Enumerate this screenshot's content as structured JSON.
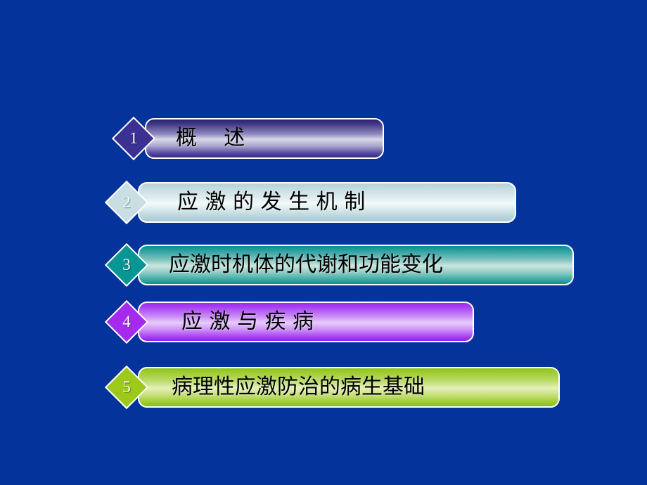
{
  "slide": {
    "background_color": "#04339B",
    "kind": "agenda-slide",
    "text_color": "#000000",
    "outline_color": "#FFFFFF"
  },
  "agenda": {
    "items": [
      {
        "number": "1",
        "label": "概    述",
        "diamond_color": "#3B3192",
        "bar_color": "#8C88BC",
        "number_color": "#FFFFFF"
      },
      {
        "number": "2",
        "label": "应 激 的 发 生 机 制",
        "diamond_color": "#C8DEE2",
        "bar_color": "#DCECEE",
        "number_color": "#F2F7F8"
      },
      {
        "number": "3",
        "label": "应激时机体的代谢和功能变化",
        "diamond_color": "#079694",
        "bar_color": "#7FC4C0",
        "number_color": "#FFFFFF"
      },
      {
        "number": "4",
        "label": "应 激 与 疾 病",
        "diamond_color": "#A42BEE",
        "bar_color": "#C887F6",
        "number_color": "#FFFFFF"
      },
      {
        "number": "5",
        "label": "病理性应激防治的病生基础",
        "diamond_color": "#9DC919",
        "bar_color": "#BEDC6E",
        "number_color": "#FFFFFF"
      }
    ]
  }
}
